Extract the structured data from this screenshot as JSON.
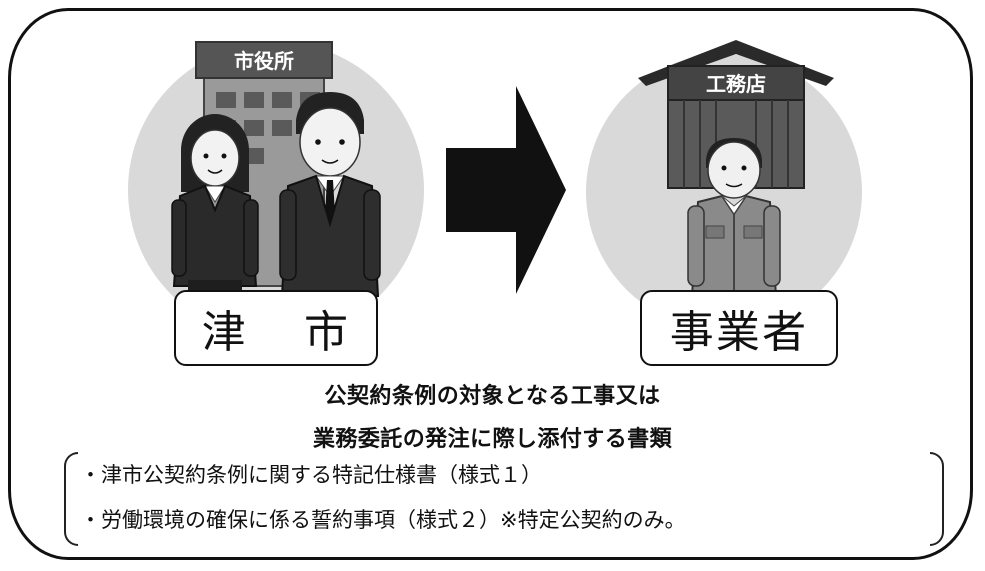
{
  "city": {
    "building_sign": "市役所",
    "label_chars": [
      "津",
      "市"
    ]
  },
  "business": {
    "shop_sign": "工務店",
    "label": "事業者"
  },
  "heading": {
    "line1": "公契約条例の対象となる工事又は",
    "line2": "業務委託の発注に際し添付する書類"
  },
  "documents": [
    "・津市公契約条例に関する特記仕様書（様式１）",
    "・労働環境の確保に係る誓約事項（様式２）※特定公契約のみ。"
  ],
  "colors": {
    "circle": "#d9d9d9",
    "arrow": "#111111",
    "frame": "#111111"
  }
}
